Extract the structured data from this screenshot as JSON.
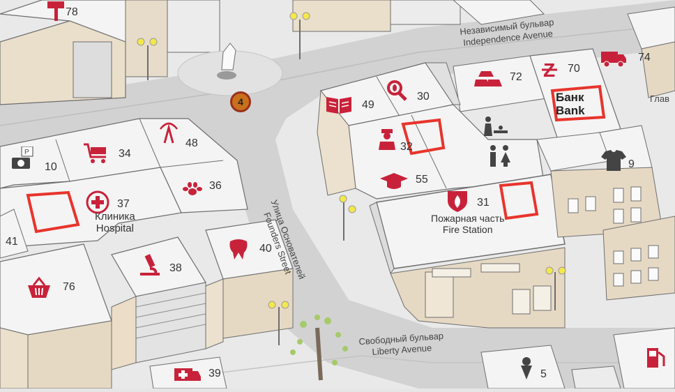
{
  "streets": {
    "independence_ru": "Независимый бульвар",
    "independence_en": "Independence Avenue",
    "founders_ru": "Улица Основателей",
    "founders_en": "Founders Street",
    "liberty_ru": "Свободный бульвар",
    "liberty_en": "Liberty Avenue",
    "partial_ru": "Глав"
  },
  "landmarks": {
    "hospital_ru": "Клиника",
    "hospital_en": "Hospital",
    "fire_ru": "Пожарная часть",
    "fire_en": "Fire Station",
    "bank_ru": "Банк",
    "bank_en": "Bank",
    "monument_marker": "4"
  },
  "places": [
    {
      "id": "78",
      "icon": "paint-roller-icon"
    },
    {
      "id": "74",
      "icon": "delivery-truck-icon"
    },
    {
      "id": "72",
      "icon": "gold-bars-icon"
    },
    {
      "id": "70",
      "icon": "currency-sign-icon"
    },
    {
      "id": "49",
      "icon": "open-book-icon"
    },
    {
      "id": "30",
      "icon": "magnifier-footprint-icon"
    },
    {
      "id": "48",
      "icon": "radio-tower-icon"
    },
    {
      "id": "34",
      "icon": "shopping-cart-icon"
    },
    {
      "id": "10",
      "icon": "camera-parking-icon"
    },
    {
      "id": "37",
      "icon": "medical-cross-icon"
    },
    {
      "id": "36",
      "icon": "paw-prints-icon"
    },
    {
      "id": "32",
      "icon": "police-officer-icon"
    },
    {
      "id": "55",
      "icon": "graduation-cap-icon"
    },
    {
      "id": "31",
      "icon": "fire-shield-icon"
    },
    {
      "id": "9",
      "icon": "t-shirt-icon"
    },
    {
      "id": "41",
      "icon": "unknown-icon"
    },
    {
      "id": "40",
      "icon": "tooth-icon"
    },
    {
      "id": "38",
      "icon": "microscope-icon"
    },
    {
      "id": "76",
      "icon": "basket-icon"
    },
    {
      "id": "39",
      "icon": "ambulance-icon"
    },
    {
      "id": "5",
      "icon": "ice-cream-icon"
    }
  ],
  "colors": {
    "accent": "#c8223a",
    "highlight": "#e8342c",
    "road": "#cfcfcf",
    "sidewalk": "#e8e8e8",
    "roof": "#f4f4f4",
    "facade": "#e6d9c4",
    "lamp": "#f3e84a",
    "tree": "#a6c96a"
  }
}
